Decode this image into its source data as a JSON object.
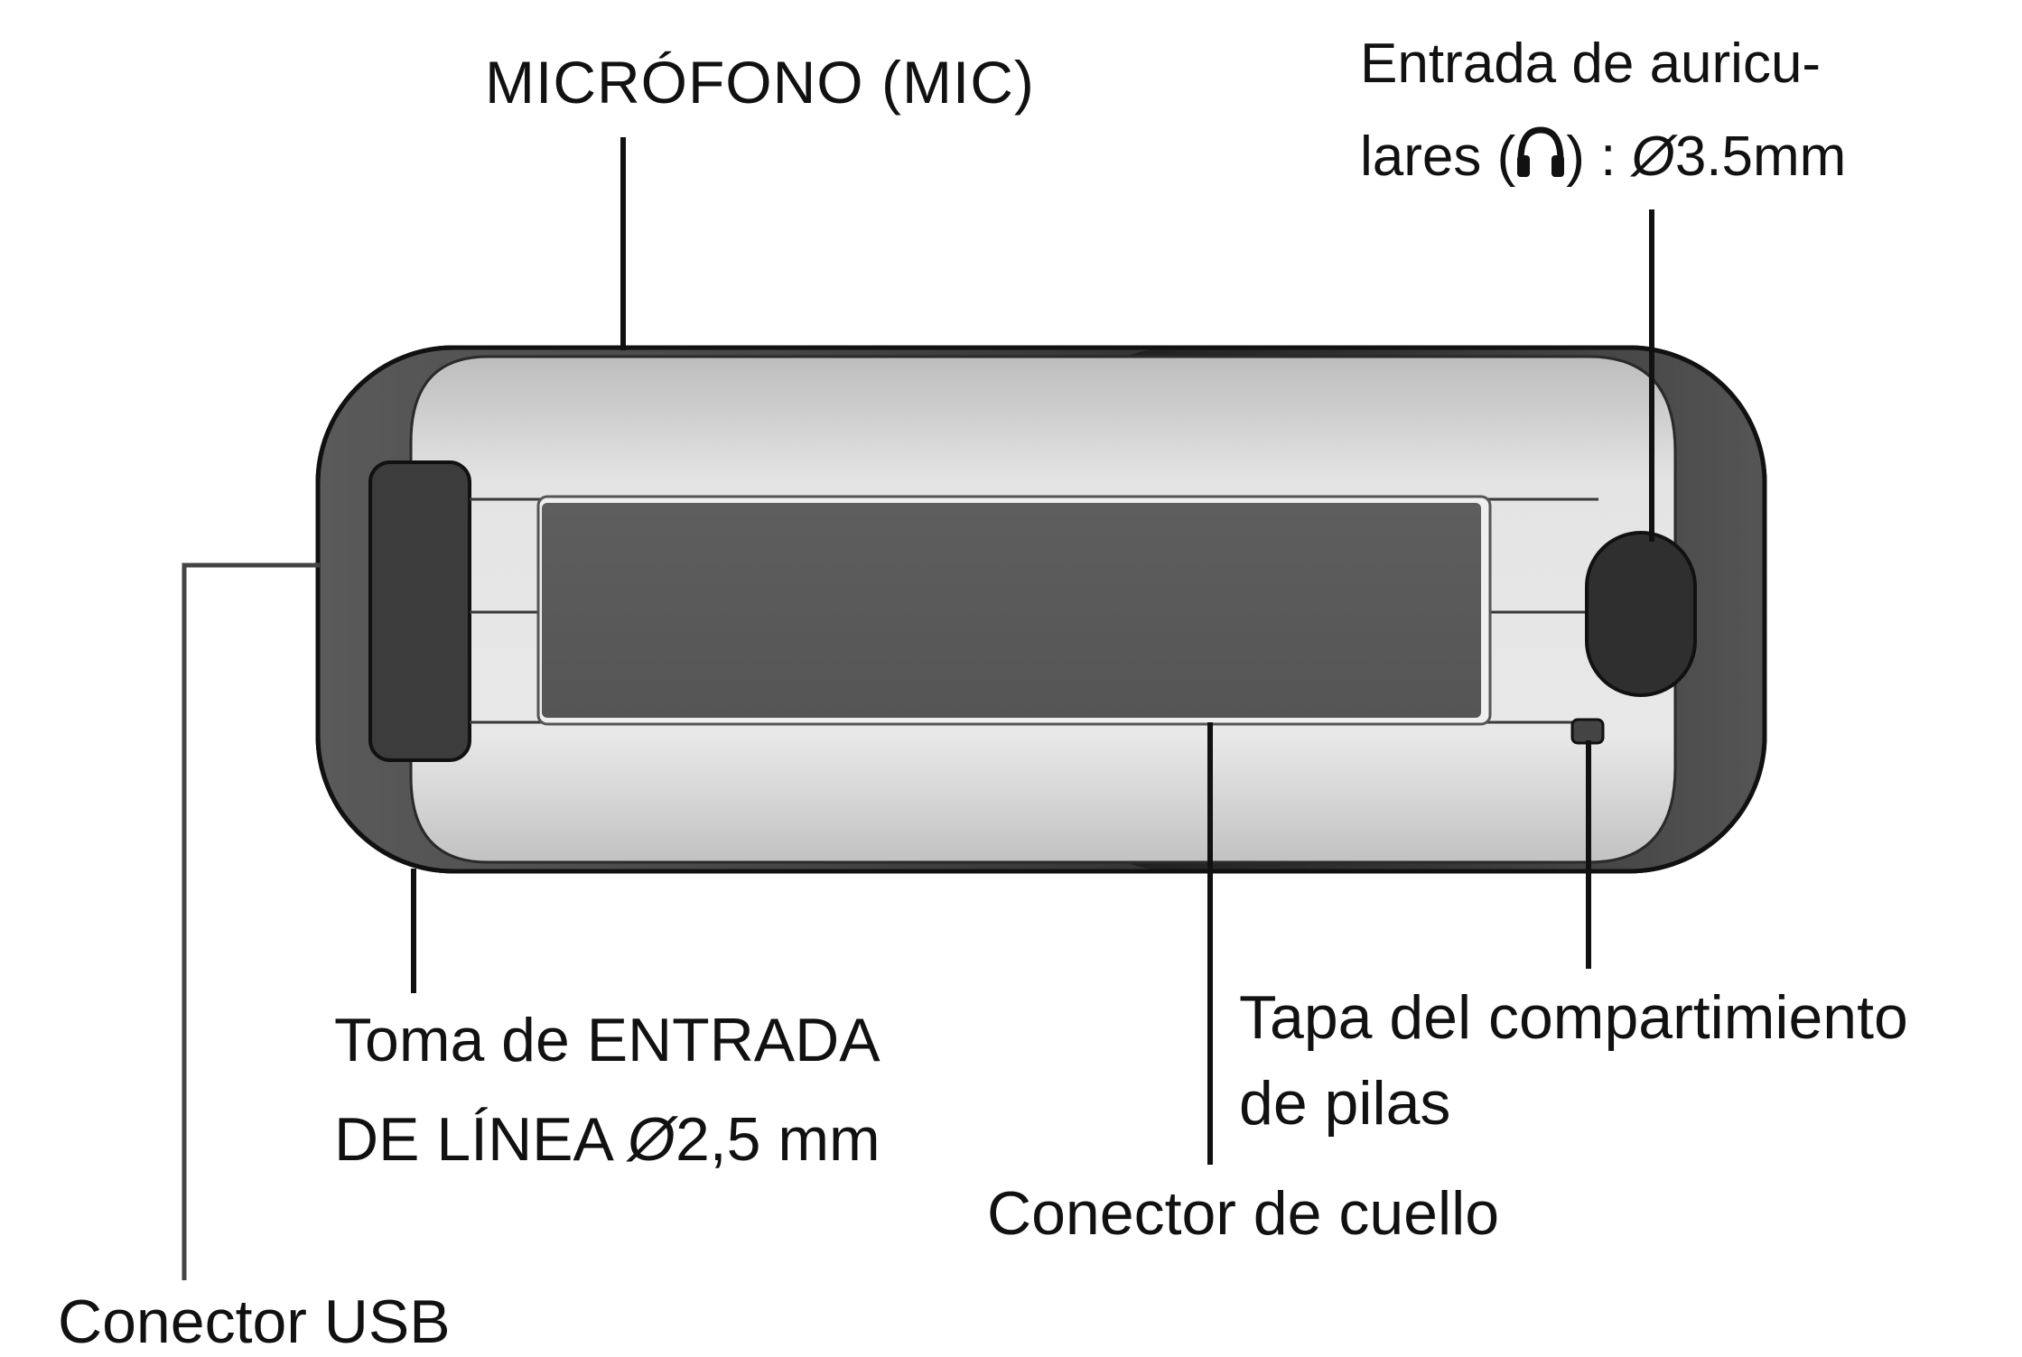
{
  "labels": {
    "mic": "MICRÓFONO (MIC)",
    "headphone_line1": "Entrada de auricu-",
    "headphone_line2_prefix": "lares (",
    "headphone_line2_suffix": ") : ",
    "headphone_line2_size": "3.5mm",
    "line_in_line1": "Toma de ENTRADA",
    "line_in_line2_prefix": "DE LÍNEA ",
    "line_in_line2_size": "2,5 mm",
    "battery_line1": "Tapa del compartimiento",
    "battery_line2": "de pilas",
    "neck": "Conector de cuello",
    "usb": "Conector USB"
  },
  "symbols": {
    "diameter": "Ø"
  },
  "icons": [
    "headphones-icon"
  ],
  "colors": {
    "outline": "#111111",
    "end_cap": "#3a3a3a",
    "body": "#d4d4d4",
    "display": "#595959"
  }
}
